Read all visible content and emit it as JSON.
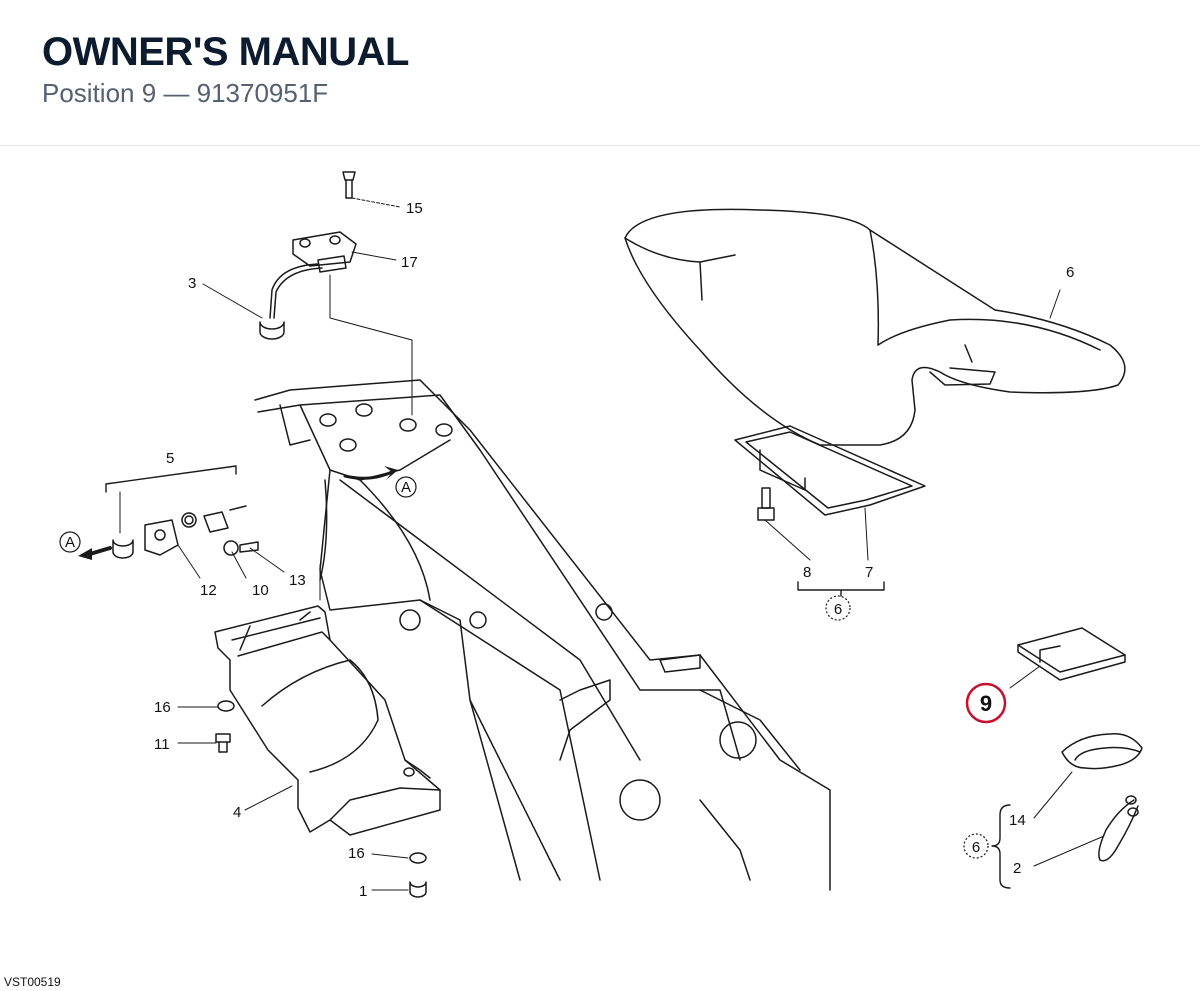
{
  "header": {
    "title": "OWNER'S MANUAL",
    "subtitle": "Position 9 — 91370951F"
  },
  "diagram": {
    "callouts": {
      "c15": "15",
      "c17": "17",
      "c3": "3",
      "c6": "6",
      "c5": "5",
      "c12": "12",
      "c10": "10",
      "c13": "13",
      "c8": "8",
      "c7": "7",
      "c16a": "16",
      "c11": "11",
      "c4": "4",
      "c16b": "16",
      "c1": "1",
      "c14": "14",
      "c2": "2"
    },
    "view_markers": {
      "a1": "A",
      "a2": "A"
    },
    "group_markers": {
      "g1": "6",
      "g2": "6"
    },
    "highlighted_callout": "9",
    "highlight_color": "#c8102e",
    "reference_code": "VST00519"
  }
}
